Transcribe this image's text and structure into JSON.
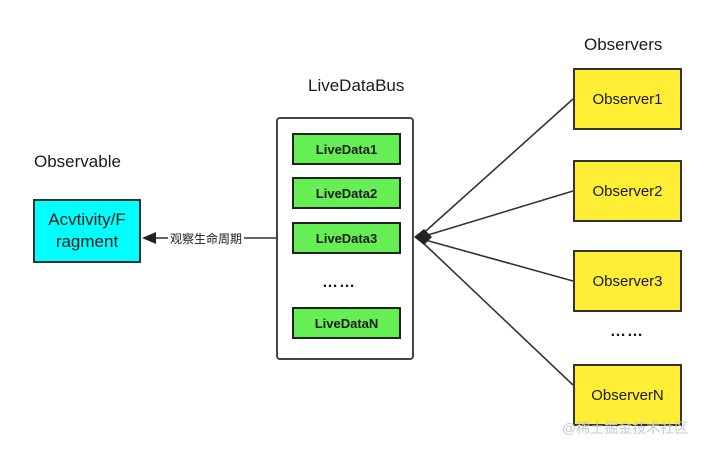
{
  "observable_label": "Observable",
  "lifecycle_owner": "Acvtivity/Fragment",
  "lifecycle_owner_line1": "Acvtivity/F",
  "lifecycle_owner_line2": "ragment",
  "edge_label": "观察生命周期",
  "bus_title": "LiveDataBus",
  "livedata_items": [
    "LiveData1",
    "LiveData2",
    "LiveData3",
    "LiveDataN"
  ],
  "livedata_ellipsis": "……",
  "observers_title": "Observers",
  "observers": [
    "Observer1",
    "Observer2",
    "Observer3",
    "ObserverN"
  ],
  "observers_ellipsis": "……",
  "watermark": "@稀土掘金技术社区",
  "colors": {
    "lifecycle_fill": "#00ffff",
    "livedata_fill": "#66ee55",
    "observer_fill": "#ffee33"
  }
}
